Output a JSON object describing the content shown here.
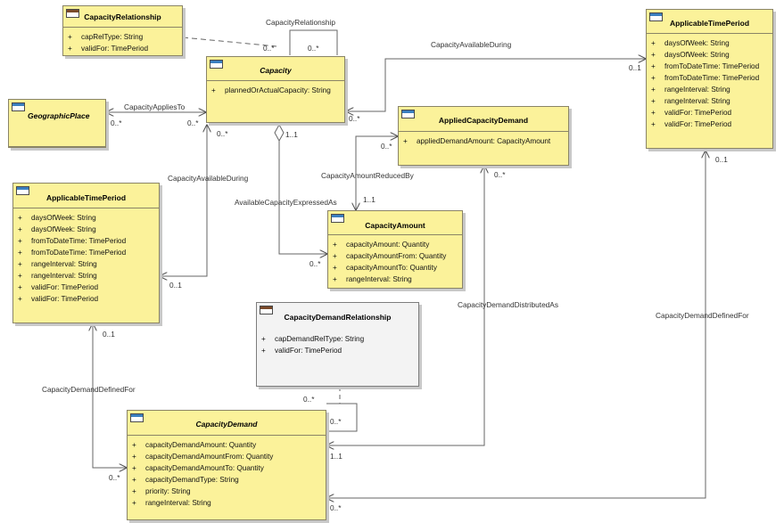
{
  "classes": {
    "capacity_relationship": {
      "name": "CapacityRelationship",
      "attributes": [
        "capRelType: String",
        "validFor: TimePeriod"
      ]
    },
    "capacity": {
      "name": "Capacity",
      "attributes": [
        "plannedOrActualCapacity: String"
      ]
    },
    "geographic_place": {
      "name": "GeographicPlace"
    },
    "applicable_time_period_right": {
      "name": "ApplicableTimePeriod",
      "attributes": [
        "daysOfWeek: String",
        "daysOfWeek: String",
        "fromToDateTime: TimePeriod",
        "fromToDateTime: TimePeriod",
        "rangeInterval: String",
        "rangeInterval: String",
        "validFor: TimePeriod",
        "validFor: TimePeriod"
      ]
    },
    "applied_capacity_demand": {
      "name": "AppliedCapacityDemand",
      "attributes": [
        "appliedDemandAmount: CapacityAmount"
      ]
    },
    "applicable_time_period_left": {
      "name": "ApplicableTimePeriod",
      "attributes": [
        "daysOfWeek: String",
        "daysOfWeek: String",
        "fromToDateTime: TimePeriod",
        "fromToDateTime: TimePeriod",
        "rangeInterval: String",
        "rangeInterval: String",
        "validFor: TimePeriod",
        "validFor: TimePeriod"
      ]
    },
    "capacity_amount": {
      "name": "CapacityAmount",
      "attributes": [
        "capacityAmount: Quantity",
        "capacityAmountFrom: Quantity",
        "capacityAmountTo: Quantity",
        "rangeInterval: String"
      ]
    },
    "capacity_demand_relationship": {
      "name": "CapacityDemandRelationship",
      "attributes": [
        "capDemandRelType: String",
        "validFor: TimePeriod"
      ]
    },
    "capacity_demand": {
      "name": "CapacityDemand",
      "attributes": [
        "capacityDemandAmount: Quantity",
        "capacityDemandAmountFrom: Quantity",
        "capacityDemandAmountTo: Quantity",
        "capacityDemandType: String",
        "priority: String",
        "rangeInterval: String"
      ]
    }
  },
  "visibility_marker": "+",
  "association_labels": {
    "capacity_relationship": "CapacityRelationship",
    "capacity_available_during_right": "CapacityAvailableDuring",
    "capacity_applies_to": "CapacityAppliesTo",
    "capacity_available_during_left": "CapacityAvailableDuring",
    "available_capacity_expressed_as": "AvailableCapacityExpressedAs",
    "capacity_amount_reduced_by": "CapacityAmountReducedBy",
    "capacity_demand_distributed_as": "CapacityDemandDistributedAs",
    "capacity_demand_defined_for_right": "CapacityDemandDefinedFor",
    "capacity_demand_defined_for_left": "CapacityDemandDefinedFor"
  },
  "multiplicities": {
    "cap_rel_loop_left": "0..*",
    "cap_rel_loop_right": "0..*",
    "avail_right_capacity_end": "0..*",
    "avail_right_time_end": "0..1",
    "applies_geo_end": "0..*",
    "applies_capacity_end": "0..*",
    "avail_left_capacity_end": "0..*",
    "avail_left_time_end": "0..1",
    "expressed_capacity_end": "1..1",
    "expressed_amount_end": "0..*",
    "reduced_demand_end": "0..*",
    "reduced_amount_end": "1..1",
    "distributed_applied_end": "0..*",
    "distributed_demand_end": "1..1",
    "defined_right_time_end": "0..1",
    "defined_right_demand_end": "0..*",
    "defined_left_time_end": "0..1",
    "defined_left_demand_end": "0..*",
    "demand_rel_loop_left": "0..*",
    "demand_rel_loop_right": "0..*"
  }
}
